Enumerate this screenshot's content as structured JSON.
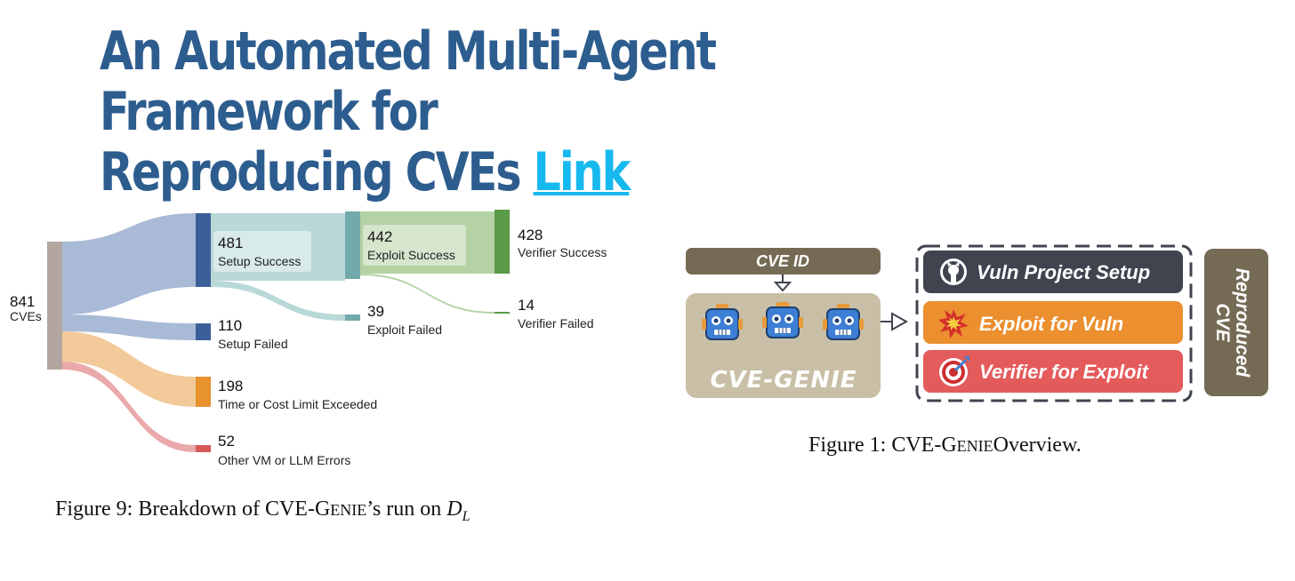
{
  "title": {
    "line1": "An Automated Multi-Agent Framework for",
    "line2": "Reproducing CVEs",
    "link": "Link"
  },
  "figure9": {
    "caption_prefix": "Figure 9: Breakdown of CVE-G",
    "caption_sc": "ENIE",
    "caption_mid": "’s run on ",
    "caption_math": "D",
    "caption_sub": "L",
    "nodes": [
      {
        "id": "cves",
        "value": "841",
        "label": "CVEs"
      },
      {
        "id": "setup_success",
        "value": "481",
        "label": "Setup Success"
      },
      {
        "id": "setup_failed",
        "value": "110",
        "label": "Setup Failed"
      },
      {
        "id": "time_limit",
        "value": "198",
        "label": "Time or Cost Limit Exceeded"
      },
      {
        "id": "other_errors",
        "value": "52",
        "label": "Other VM or LLM Errors"
      },
      {
        "id": "exploit_success",
        "value": "442",
        "label": "Exploit Success"
      },
      {
        "id": "exploit_failed",
        "value": "39",
        "label": "Exploit Failed"
      },
      {
        "id": "verifier_success",
        "value": "428",
        "label": "Verifier Success"
      },
      {
        "id": "verifier_failed",
        "value": "14",
        "label": "Verifier Failed"
      }
    ],
    "colors": {
      "source": "#b3a6a0",
      "setup": "#3d5f99",
      "setup_flow": "#a8bad6",
      "time": "#e8912f",
      "time_flow": "#f2ca9a",
      "other": "#d65a58",
      "other_flow": "#eaa9aa",
      "exploit": "#72a9ab",
      "exploit_flow": "#b9d9d8",
      "verifier": "#5b9a46",
      "verifier_flow": "#b4d2a4"
    }
  },
  "figure1": {
    "caption_prefix": "Figure 1: CVE-G",
    "caption_sc": "ENIE",
    "caption_suffix": "Overview.",
    "cve_id": "CVE ID",
    "genie_label": "CVE-GENIE",
    "steps": [
      {
        "label": "Vuln Project Setup",
        "icon": "github-icon",
        "color": "#3f444f"
      },
      {
        "label": "Exploit for Vuln",
        "icon": "explosion-icon",
        "color": "#eb8f2f"
      },
      {
        "label": "Verifier for Exploit",
        "icon": "target-icon",
        "color": "#e45b5c"
      }
    ],
    "output_line1": "Reproduced",
    "output_line2": "CVE",
    "colors": {
      "panel": "#c8bfa6",
      "header": "#756b55",
      "robot": "#3d7fd4"
    }
  }
}
